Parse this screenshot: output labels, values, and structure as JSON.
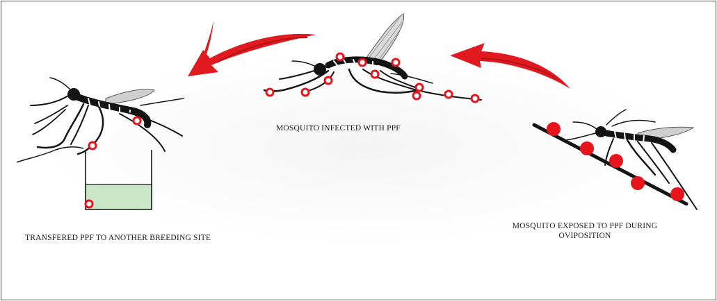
{
  "captions": {
    "infected": "MOSQUITO INFECTED WITH PPF",
    "transfer": "TRANSFERED PPF TO ANOTHER BREEDING SITE",
    "exposed": "MOSQUITO EXPOSED TO PPF DURING OVIPOSITION"
  },
  "colors": {
    "arrow": "#e01a1f",
    "ppf_particle": "#e8141c",
    "water": "#c9e6c6",
    "mosquito": "#141414"
  },
  "icons": {
    "mosquito_center": "mosquito-icon",
    "mosquito_left": "mosquito-icon",
    "mosquito_right": "mosquito-icon"
  }
}
